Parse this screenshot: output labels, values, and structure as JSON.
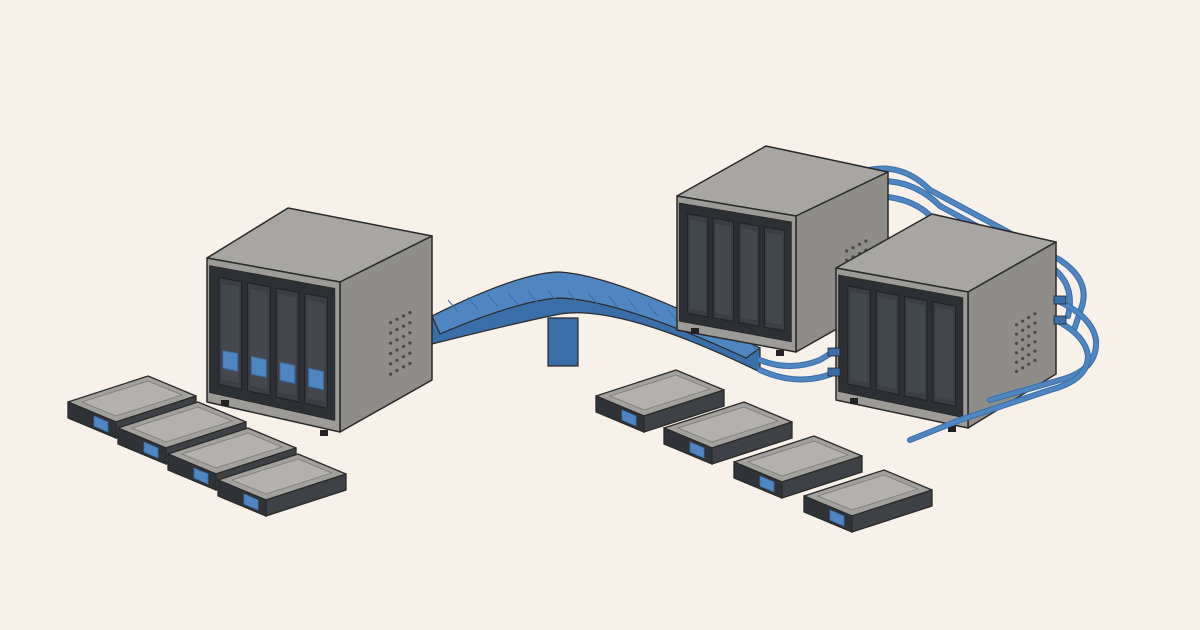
{
  "palette": {
    "background": "#f7f1e9",
    "case_top": "#a8a6a2",
    "case_right": "#8f8d89",
    "case_front": "#9d9b97",
    "bezel": "#2c2f33",
    "bay": "#3b3f45",
    "accent_blue": "#4f86c2",
    "accent_blue_dark": "#3a6ea8",
    "drive_top": "#a3a19d",
    "drive_side": "#2f3236",
    "outline": "#2a2a2a"
  },
  "scene": {
    "nas_units": [
      {
        "id": "source-nas",
        "bays": 4,
        "blue_latches": true
      },
      {
        "id": "backup-nas-1",
        "bays": 4,
        "blue_latches": false
      },
      {
        "id": "backup-nas-2",
        "bays": 4,
        "blue_latches": false
      }
    ],
    "drive_groups": [
      {
        "id": "left-drives",
        "count": 4
      },
      {
        "id": "right-drives",
        "count": 4
      }
    ],
    "connector": "conveyor-belt",
    "cables": "network-cables"
  }
}
